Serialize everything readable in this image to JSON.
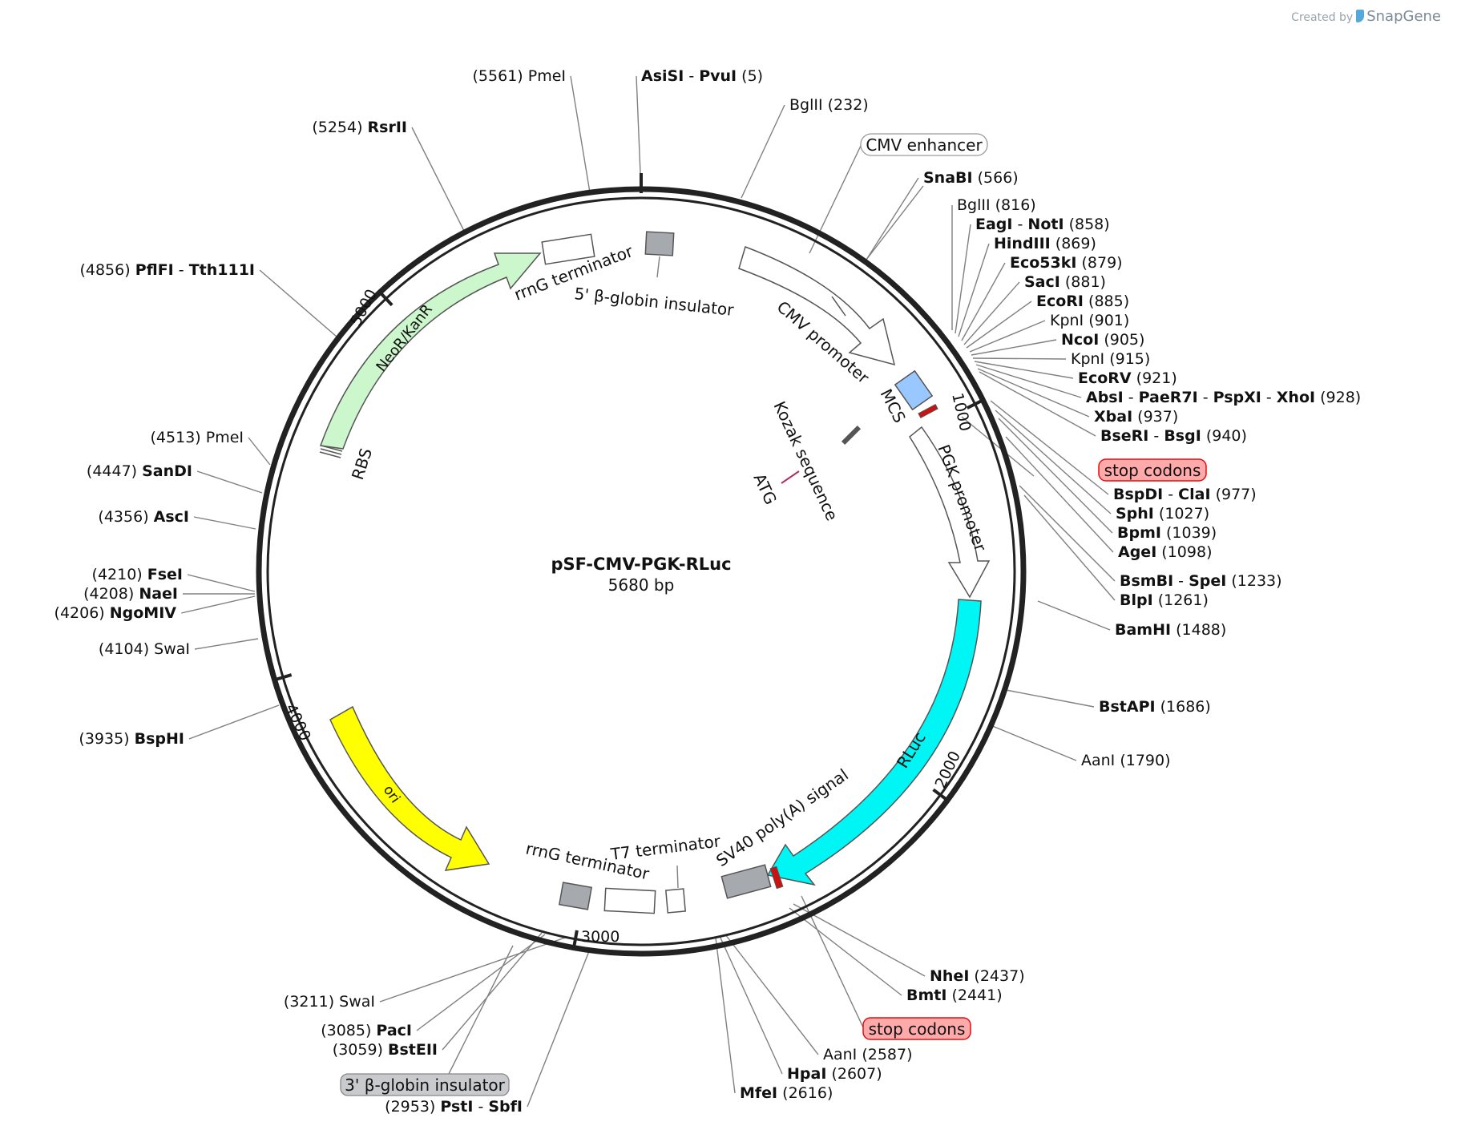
{
  "watermark": {
    "prefix": "Created by",
    "brand": "SnapGene"
  },
  "plasmid": {
    "name": "pSF-CMV-PGK-RLuc",
    "size": "5680 bp"
  },
  "ticks": [
    "1000",
    "2000",
    "3000",
    "4000",
    "5000"
  ],
  "enzymes_right": [
    {
      "name": "AsiSI",
      "sep": "-",
      "name2": "PvuI",
      "pos": "(5)"
    },
    {
      "name": "BglII",
      "pos": "(232)"
    },
    {
      "name": "SnaBI",
      "pos": "(566)"
    },
    {
      "name": "BglII",
      "pos": "(816)"
    },
    {
      "name": "EagI",
      "sep": "-",
      "name2": "NotI",
      "pos": "(858)"
    },
    {
      "name": "HindIII",
      "pos": "(869)"
    },
    {
      "name": "Eco53kI",
      "pos": "(879)"
    },
    {
      "name": "SacI",
      "pos": "(881)"
    },
    {
      "name": "EcoRI",
      "pos": "(885)"
    },
    {
      "name": "KpnI",
      "pos": "(901)"
    },
    {
      "name": "NcoI",
      "pos": "(905)"
    },
    {
      "name": "KpnI",
      "pos": "(915)"
    },
    {
      "name": "EcoRV",
      "pos": "(921)"
    },
    {
      "name": "AbsI",
      "sep": "-",
      "name2": "PaeR7I",
      "sep2": "-",
      "name3": "PspXI",
      "sep3": "-",
      "name4": "XhoI",
      "pos": "(928)"
    },
    {
      "name": "XbaI",
      "pos": "(937)"
    },
    {
      "name": "BseRI",
      "sep": "-",
      "name2": "BsgI",
      "pos": "(940)"
    },
    {
      "name": "BspDI",
      "sep": "-",
      "name2": "ClaI",
      "pos": "(977)"
    },
    {
      "name": "SphI",
      "pos": "(1027)"
    },
    {
      "name": "BpmI",
      "pos": "(1039)"
    },
    {
      "name": "AgeI",
      "pos": "(1098)"
    },
    {
      "name": "BsmBI",
      "sep": "-",
      "name2": "SpeI",
      "pos": "(1233)"
    },
    {
      "name": "BlpI",
      "pos": "(1261)"
    },
    {
      "name": "BamHI",
      "pos": "(1488)"
    },
    {
      "name": "BstAPI",
      "pos": "(1686)"
    },
    {
      "name": "AanI",
      "pos": "(1790)"
    },
    {
      "name": "NheI",
      "pos": "(2437)"
    },
    {
      "name": "BmtI",
      "pos": "(2441)"
    },
    {
      "name": "AanI",
      "pos": "(2587)"
    },
    {
      "name": "HpaI",
      "pos": "(2607)"
    },
    {
      "name": "MfeI",
      "pos": "(2616)"
    }
  ],
  "enzymes_left": [
    {
      "pos": "(5561)",
      "name": "PmeI"
    },
    {
      "pos": "(5254)",
      "name": "RsrII"
    },
    {
      "pos": "(4856)",
      "name": "PflFI",
      "sep": "-",
      "name2": "Tth111I"
    },
    {
      "pos": "(4513)",
      "name": "PmeI"
    },
    {
      "pos": "(4447)",
      "name": "SanDI"
    },
    {
      "pos": "(4356)",
      "name": "AscI"
    },
    {
      "pos": "(4210)",
      "name": "FseI"
    },
    {
      "pos": "(4208)",
      "name": "NaeI"
    },
    {
      "pos": "(4206)",
      "name": "NgoMIV"
    },
    {
      "pos": "(4104)",
      "name": "SwaI"
    },
    {
      "pos": "(3935)",
      "name": "BspHI"
    },
    {
      "pos": "(3211)",
      "name": "SwaI"
    },
    {
      "pos": "(3085)",
      "name": "PacI"
    },
    {
      "pos": "(3059)",
      "name": "BstEII"
    },
    {
      "pos": "(2953)",
      "name": "PstI",
      "sep": "-",
      "name2": "SbfI"
    }
  ],
  "features": {
    "cmv_enhancer": "CMV enhancer",
    "cmv_promoter": "CMV promoter",
    "mcs": "MCS",
    "kozak": "Kozak sequence",
    "atg": "ATG",
    "pgk_promoter": "PGK promoter",
    "rluc": "RLuc",
    "sv40": "SV40 poly(A) signal",
    "stop1": "stop codons",
    "stop2": "stop codons",
    "t7": "T7 terminator",
    "rrng_bottom": "rrnG terminator",
    "globin3": "3' β-globin insulator",
    "ori": "ori",
    "neor": "NeoR/KanR",
    "rbs": "RBS",
    "rrng_top": "rrnG terminator",
    "globin5": "5' β-globin insulator"
  },
  "colors": {
    "backbone": "#222222",
    "neor": "#ccf7cc",
    "rluc": "#00f5f5",
    "ori": "#ffff00",
    "mcs": "#99c7ff",
    "gray_box": "#a6a9ae",
    "red_mark": "#cc1111",
    "stop_fill": "#ffaaaa",
    "stop_stroke": "#dd1111",
    "leader": "#808080"
  }
}
